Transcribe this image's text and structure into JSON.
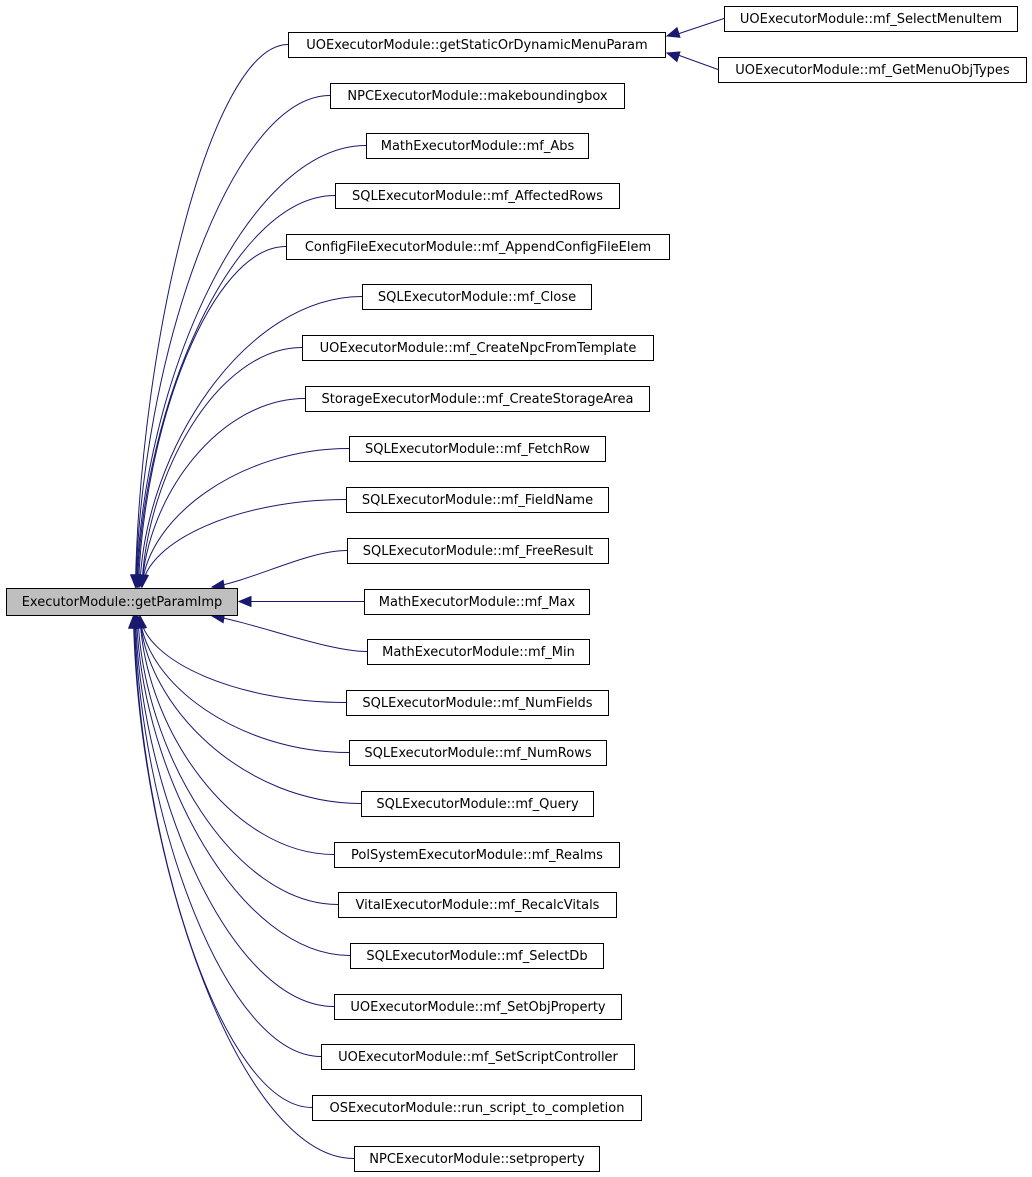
{
  "graph": {
    "root": "ExecutorModule::getParamImp",
    "callers": [
      "UOExecutorModule::getStaticOrDynamicMenuParam",
      "NPCExecutorModule::makeboundingbox",
      "MathExecutorModule::mf_Abs",
      "SQLExecutorModule::mf_AffectedRows",
      "ConfigFileExecutorModule::mf_AppendConfigFileElem",
      "SQLExecutorModule::mf_Close",
      "UOExecutorModule::mf_CreateNpcFromTemplate",
      "StorageExecutorModule::mf_CreateStorageArea",
      "SQLExecutorModule::mf_FetchRow",
      "SQLExecutorModule::mf_FieldName",
      "SQLExecutorModule::mf_FreeResult",
      "MathExecutorModule::mf_Max",
      "MathExecutorModule::mf_Min",
      "SQLExecutorModule::mf_NumFields",
      "SQLExecutorModule::mf_NumRows",
      "SQLExecutorModule::mf_Query",
      "PolSystemExecutorModule::mf_Realms",
      "VitalExecutorModule::mf_RecalcVitals",
      "SQLExecutorModule::mf_SelectDb",
      "UOExecutorModule::mf_SetObjProperty",
      "UOExecutorModule::mf_SetScriptController",
      "OSExecutorModule::run_script_to_completion",
      "NPCExecutorModule::setproperty"
    ],
    "second_level_callers": [
      "UOExecutorModule::mf_SelectMenuItem",
      "UOExecutorModule::mf_GetMenuObjTypes"
    ],
    "edge_color": "#191970",
    "root_fill": "#bfbfbf"
  }
}
